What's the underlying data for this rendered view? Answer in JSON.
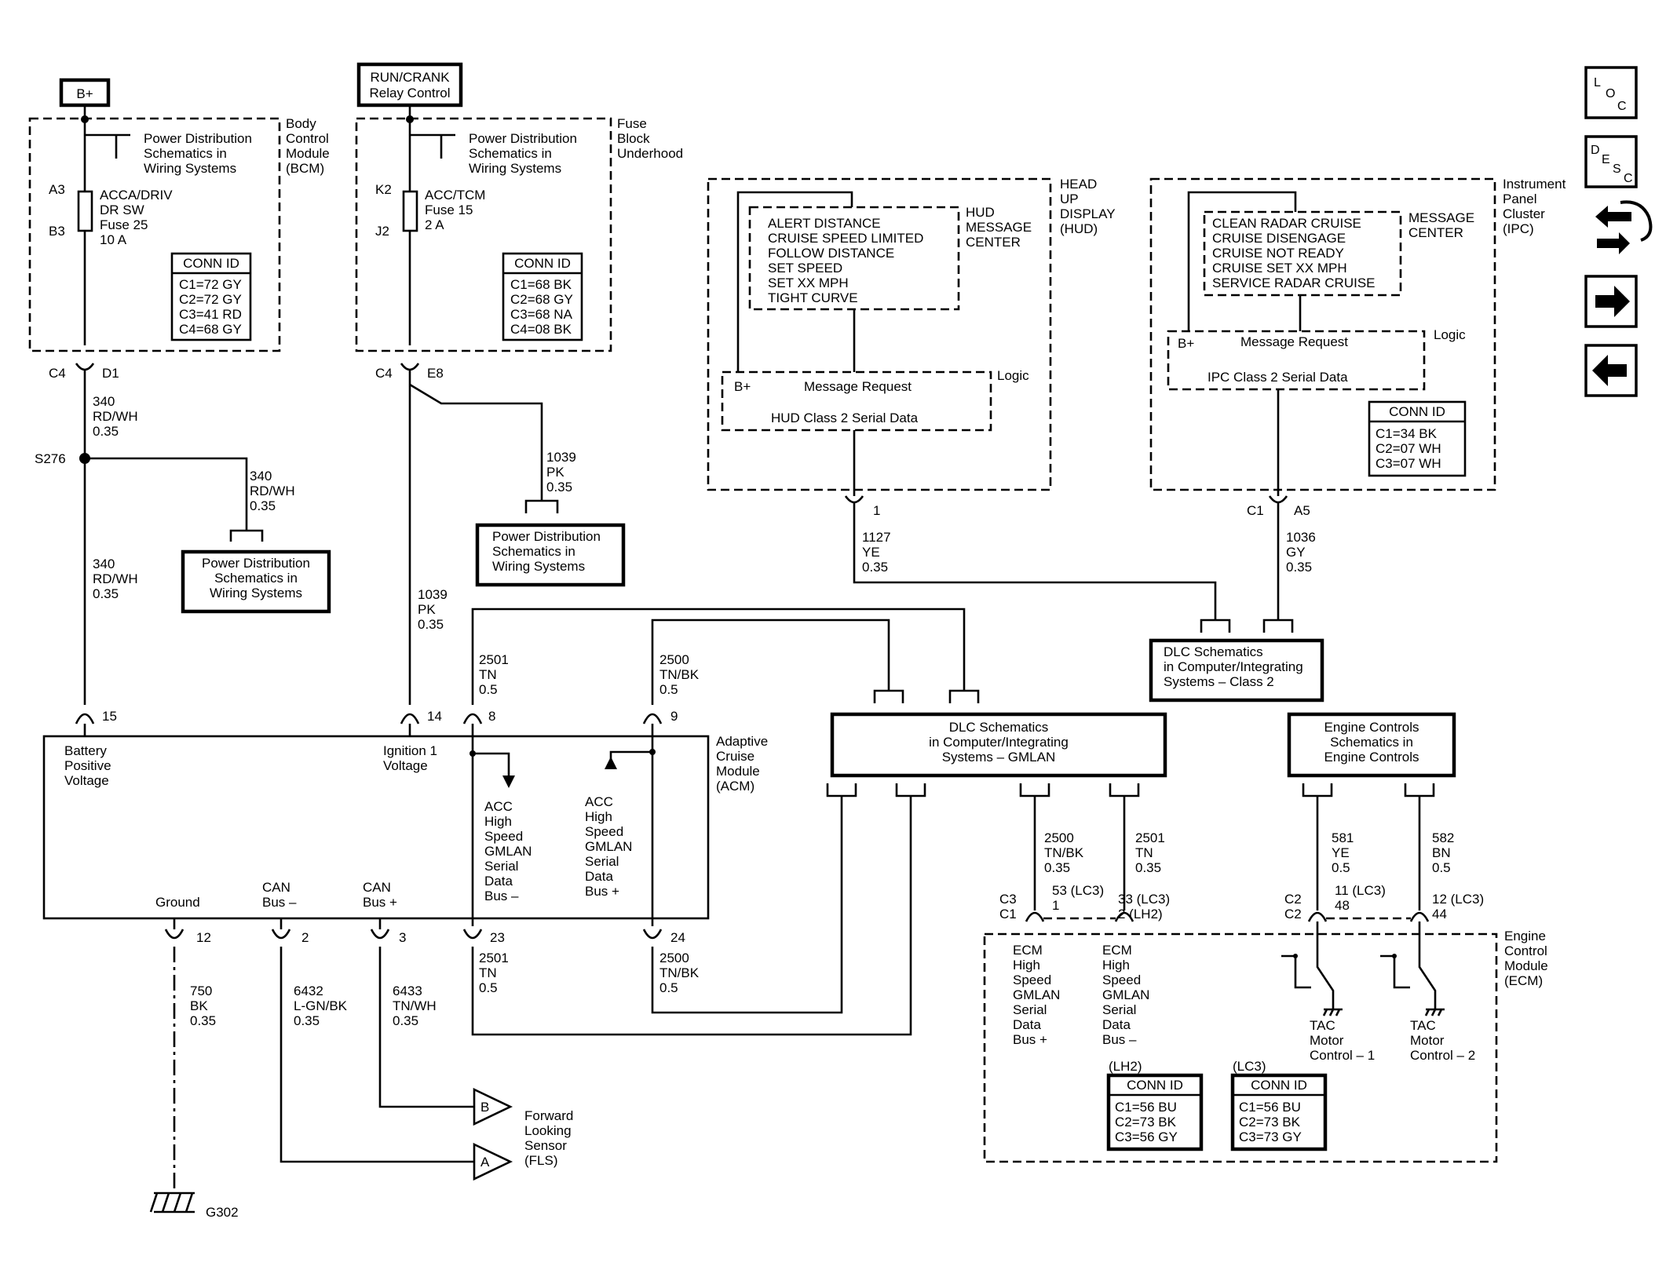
{
  "colors": {
    "ink": "#000000",
    "paper": "#ffffff"
  },
  "sources": {
    "bplus": "B+",
    "run_crank": [
      "RUN/CRANK",
      "Relay Control"
    ]
  },
  "bcm": {
    "title": [
      "Body",
      "Control",
      "Module",
      "(BCM)"
    ],
    "pds": [
      "Power Distribution",
      "Schematics in",
      "Wiring Systems"
    ],
    "pin_in": "A3",
    "pin_out": "B3",
    "fuse": [
      "ACCA/DRIV",
      "DR SW",
      "Fuse 25",
      "10 A"
    ],
    "conn_title": "CONN ID",
    "conn": [
      "C1=72 GY",
      "C2=72 GY",
      "C3=41 RD",
      "C4=68 GY"
    ],
    "out_conn": "C4",
    "out_pin": "D1"
  },
  "fuse_block": {
    "title": [
      "Fuse",
      "Block",
      "Underhood"
    ],
    "pds": [
      "Power Distribution",
      "Schematics in",
      "Wiring Systems"
    ],
    "pin_in": "K2",
    "pin_out": "J2",
    "fuse": [
      "ACC/TCM",
      "Fuse 15",
      "2 A"
    ],
    "conn_title": "CONN ID",
    "conn": [
      "C1=68 BK",
      "C2=68 GY",
      "C3=68 NA",
      "C4=08 BK"
    ],
    "out_conn": "C4",
    "out_pin": "E8"
  },
  "wires": {
    "w340a": [
      "340",
      "RD/WH",
      "0.35"
    ],
    "splice": "S276",
    "w340b": [
      "340",
      "RD/WH",
      "0.35"
    ],
    "w340c": [
      "340",
      "RD/WH",
      "0.35"
    ],
    "w1039a": [
      "1039",
      "PK",
      "0.35"
    ],
    "w1039b": [
      "1039",
      "PK",
      "0.35"
    ],
    "w2501a": [
      "2501",
      "TN",
      "0.5"
    ],
    "w2500a": [
      "2500",
      "TN/BK",
      "0.5"
    ],
    "w2501b": [
      "2501",
      "TN",
      "0.5"
    ],
    "w2500b": [
      "2500",
      "TN/BK",
      "0.5"
    ],
    "w750": [
      "750",
      "BK",
      "0.35"
    ],
    "w6432": [
      "6432",
      "L-GN/BK",
      "0.35"
    ],
    "w6433": [
      "6433",
      "TN/WH",
      "0.35"
    ],
    "w1127": [
      "1127",
      "YE",
      "0.35"
    ],
    "w1036": [
      "1036",
      "GY",
      "0.35"
    ],
    "w2500c": [
      "2500",
      "TN/BK",
      "0.35"
    ],
    "w2501c": [
      "2501",
      "TN",
      "0.35"
    ],
    "w581": [
      "581",
      "YE",
      "0.5"
    ],
    "w582": [
      "582",
      "BN",
      "0.5"
    ]
  },
  "pds_boxes": {
    "left": [
      "Power Distribution",
      "Schematics in",
      "Wiring Systems"
    ],
    "mid": [
      "Power Distribution",
      "Schematics in",
      "Wiring Systems"
    ]
  },
  "acm": {
    "title": [
      "Adaptive",
      "Cruise",
      "Module",
      "(ACM)"
    ],
    "batt": [
      "Battery",
      "Positive",
      "Voltage"
    ],
    "ign": [
      "Ignition 1",
      "Voltage"
    ],
    "bus_minus": [
      "ACC",
      "High",
      "Speed",
      "GMLAN",
      "Serial",
      "Data",
      "Bus –"
    ],
    "bus_plus": [
      "ACC",
      "High",
      "Speed",
      "GMLAN",
      "Serial",
      "Data",
      "Bus +"
    ],
    "ground": "Ground",
    "can_minus": [
      "CAN",
      "Bus –"
    ],
    "can_plus": [
      "CAN",
      "Bus +"
    ],
    "pins_top": [
      "15",
      "14",
      "8",
      "9"
    ],
    "pins_bottom": [
      "12",
      "2",
      "3",
      "23",
      "24"
    ]
  },
  "ground": {
    "label": "G302"
  },
  "fls": {
    "b": "B",
    "a": "A",
    "label": [
      "Forward",
      "Looking",
      "Sensor",
      "(FLS)"
    ]
  },
  "hud": {
    "title": [
      "HEAD",
      "UP",
      "DISPLAY",
      "(HUD)"
    ],
    "msg_center": [
      "HUD",
      "MESSAGE",
      "CENTER"
    ],
    "messages": [
      "ALERT DISTANCE",
      "CRUISE SPEED LIMITED",
      "FOLLOW DISTANCE",
      "SET SPEED",
      "SET XX MPH",
      "TIGHT CURVE"
    ],
    "bplus": "B+",
    "msg_req": "Message Request",
    "logic": "Logic",
    "serial": "HUD Class 2 Serial Data",
    "pin": "1"
  },
  "ipc": {
    "title": [
      "Instrument",
      "Panel",
      "Cluster",
      "(IPC)"
    ],
    "msg_center": [
      "MESSAGE",
      "CENTER"
    ],
    "messages": [
      "CLEAN RADAR CRUISE",
      "CRUISE DISENGAGE",
      "CRUISE NOT READY",
      "CRUISE SET XX MPH",
      "SERVICE RADAR CRUISE"
    ],
    "bplus": "B+",
    "msg_req": "Message Request",
    "logic": "Logic",
    "serial": "IPC Class 2 Serial Data",
    "conn_title": "CONN ID",
    "conn": [
      "C1=34 BK",
      "C2=07 WH",
      "C3=07 WH"
    ],
    "conn_label": "C1",
    "pin": "A5"
  },
  "dlc_class2": [
    "DLC Schematics",
    "in Computer/Integrating",
    "Systems – Class 2"
  ],
  "dlc_gmlan": [
    "DLC Schematics",
    "in Computer/Integrating",
    "Systems – GMLAN"
  ],
  "engine_ctrl": [
    "Engine Controls",
    "Schematics in",
    "Engine Controls"
  ],
  "ecm": {
    "title": [
      "Engine",
      "Control",
      "Module",
      "(ECM)"
    ],
    "bus_plus": [
      "ECM",
      "High",
      "Speed",
      "GMLAN",
      "Serial",
      "Data",
      "Bus +"
    ],
    "bus_minus": [
      "ECM",
      "High",
      "Speed",
      "GMLAN",
      "Serial",
      "Data",
      "Bus –"
    ],
    "tac1": [
      "TAC",
      "Motor",
      "Control – 1"
    ],
    "tac2": [
      "TAC",
      "Motor",
      "Control – 2"
    ],
    "lh2_label": "(LH2)",
    "lc3_label": "(LC3)",
    "conn_title": "CONN ID",
    "conn_lh2": [
      "C1=56 BU",
      "C2=73 BK",
      "C3=56 GY"
    ],
    "conn_lc3": [
      "C1=56 BU",
      "C2=73 BK",
      "C3=73 GY"
    ],
    "c3": "C3",
    "c1": "C1",
    "c2a": "C2",
    "c2b": "C2",
    "p53": [
      "53 (LC3)",
      "1"
    ],
    "p33": [
      "33 (LC3)",
      "2 (LH2)"
    ],
    "p11": [
      "11 (LC3)",
      "48"
    ],
    "p12": [
      "12 (LC3)",
      "44"
    ]
  },
  "nav_icons": {
    "loc": [
      "L",
      "O",
      "C"
    ],
    "desc": [
      "D",
      "E",
      "S",
      "C"
    ]
  }
}
